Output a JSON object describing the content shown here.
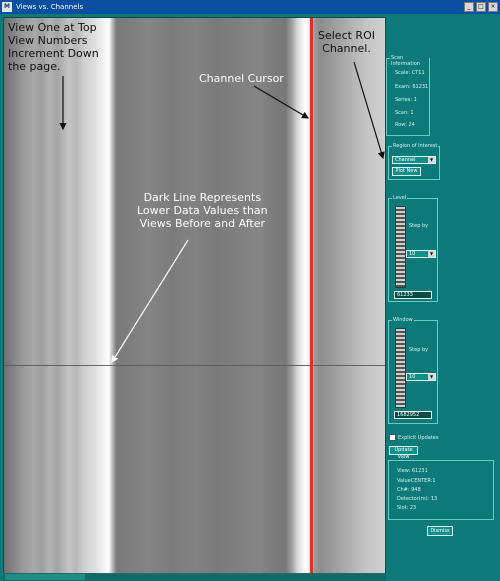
{
  "window": {
    "title": "Views vs. Channels",
    "icon": "app-icon",
    "app_icon_text": "M",
    "controls": [
      "minimize-icon",
      "maximize-icon",
      "close-icon"
    ],
    "control_glyphs": [
      "_",
      "□",
      "×"
    ]
  },
  "image": {
    "cursor_color": "#e0302a",
    "annotations": {
      "top_left": [
        "View One at Top",
        "View Numbers",
        "Increment Down",
        "the page."
      ],
      "channel_cursor": "Channel Cursor",
      "select_roi": [
        "Select ROI",
        "Channel."
      ],
      "dark_line": [
        "Dark Line Represents",
        "Lower Data Values than",
        "Views Before and After"
      ]
    }
  },
  "scan_info": {
    "title": "Scan Information",
    "lines": [
      "Scale: CT11",
      "Exam: 61231",
      "Series: 1",
      "Scan: 1",
      "Row: 24"
    ]
  },
  "roi": {
    "title": "Region of Interest",
    "selected": "Channel",
    "plot_button": "Plot New"
  },
  "level": {
    "title": "Level",
    "step_label": "Step by",
    "step_value": "10",
    "value": "61233"
  },
  "window_ctrl": {
    "title": "Window",
    "step_label": "Step by",
    "step_value": "10",
    "value": "1682952"
  },
  "options": {
    "explicit_updates": "Explicit Updates",
    "update_button": "Update View"
  },
  "cursor_info": {
    "lines": [
      "View:   61231",
      "ValueCENTER:1",
      "Ch#: 948",
      "Detector(m): 13",
      "Slot: 23"
    ]
  },
  "dismiss_label": "Dismiss"
}
